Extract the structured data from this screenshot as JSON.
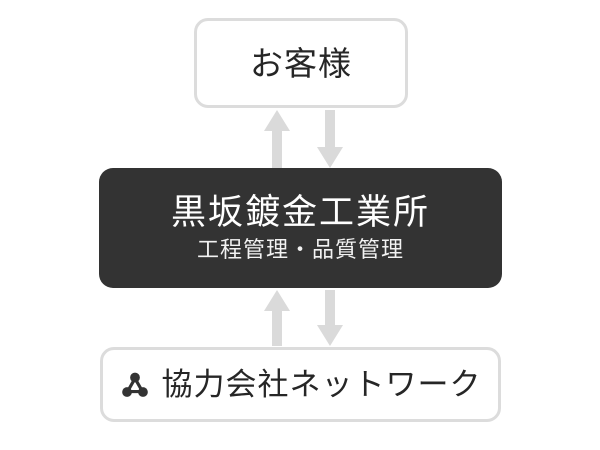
{
  "diagram": {
    "background_color": "#ffffff",
    "nodes": [
      {
        "id": "customer",
        "title": "お客様",
        "style": "outline",
        "fill_color": "#ffffff",
        "border_color": "#dcdcdc",
        "text_color": "#262626"
      },
      {
        "id": "company",
        "title": "黒坂鍍金工業所",
        "subtitle": "工程管理・品質管理",
        "style": "filled",
        "fill_color": "#333333",
        "text_color": "#ffffff"
      },
      {
        "id": "partners",
        "title": "協力会社ネットワーク",
        "icon": "network-share-icon",
        "style": "outline",
        "fill_color": "#ffffff",
        "border_color": "#dcdcdc",
        "text_color": "#262626",
        "icon_color": "#333333"
      }
    ],
    "arrows": [
      {
        "id": "customer-to-company",
        "direction": "up",
        "from": "company",
        "to": "customer",
        "color": "#dadada"
      },
      {
        "id": "company-to-customer",
        "direction": "down",
        "from": "customer",
        "to": "company",
        "color": "#dadada"
      },
      {
        "id": "partners-to-company",
        "direction": "up",
        "from": "partners",
        "to": "company",
        "color": "#dadada"
      },
      {
        "id": "company-to-partners",
        "direction": "down",
        "from": "company",
        "to": "partners",
        "color": "#dadada"
      }
    ]
  }
}
